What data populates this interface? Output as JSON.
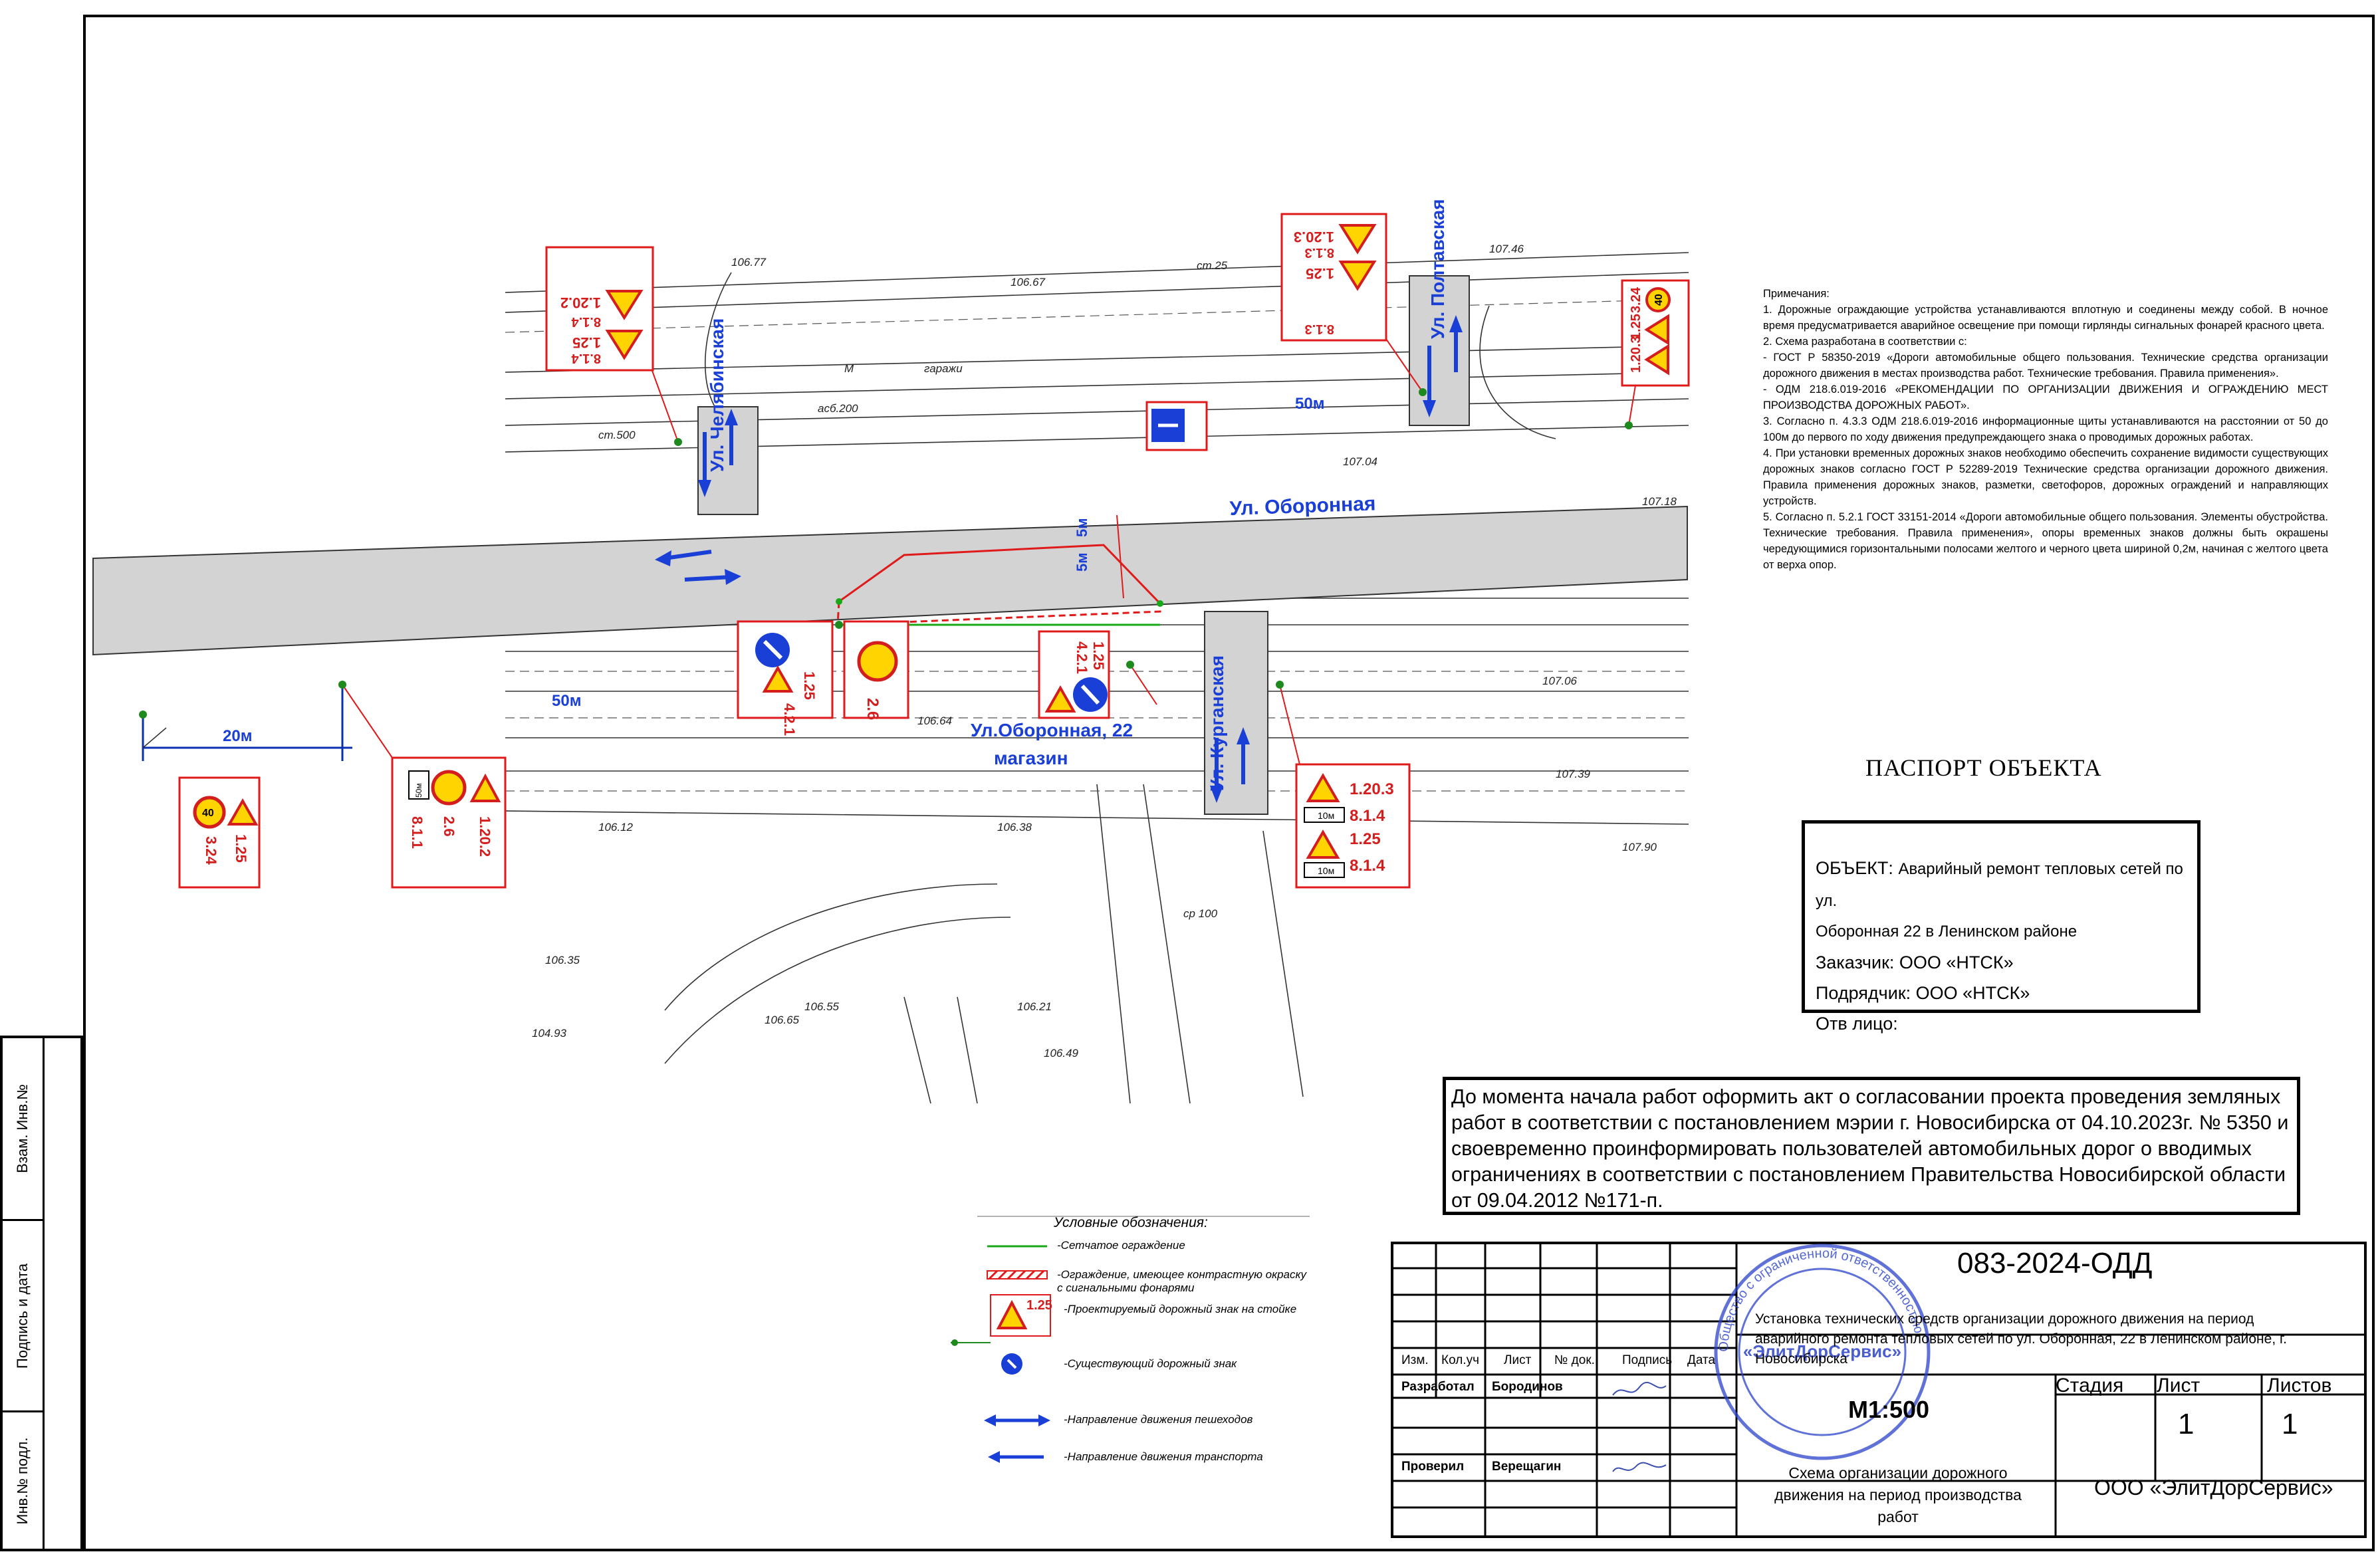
{
  "notes": {
    "title": "Примечания:",
    "items": [
      " 1. Дорожные ограждающие устройства  устанавливаются вплотную и  соединены между собой. В ночное время предусматривается аварийное освещение при помощи гирлянды сигнальных фонарей красного цвета.",
      " 2. Схема разработана в соответствии с:",
      "    - ГОСТ Р 58350-2019 «Дороги  автомобильные общего пользования. Технические  средства организации дорожного движения в местах производства работ. Технические требования. Правила применения».",
      "    - ОДМ 218.6.019-2016 «РЕКОМЕНДАЦИИ ПО ОРГАНИЗАЦИИ ДВИЖЕНИЯ И ОГРАЖДЕНИЮ МЕСТ ПРОИЗВОДСТВА ДОРОЖНЫХ РАБОТ».",
      "3. Согласно п. 4.3.3 ОДМ 218.6.019-2016 информационные щиты устанавливаются на расстоянии от 50 до 100м до первого по ходу движения предупреждающего знака о проводимых дорожных работах.",
      "4. При установки временных дорожных знаков необходимо обеспечить сохранение видимости существующих дорожных знаков согласно ГОСТ Р 52289-2019 Технические средства организации дорожного движения. Правила применения дорожных знаков, разметки, светофоров, дорожных ограждений и направляющих устройств.",
      "5. Согласно п. 5.2.1  ГОСТ 33151-2014 «Дороги автомобильные общего пользования. Элементы обустройства. Технические требования. Правила применения»,   опоры временных знаков должны быть окрашены чередующимися горизонтальными полосами желтого и черного цвета шириной 0,2м, начиная с желтого цвета от верха опор."
    ]
  },
  "passport": {
    "title": "ПАСПОРТ ОБЪЕКТА",
    "object_label": "ОБЪЕКТ:",
    "object_value": "Аварийный ремонт тепловых сетей по ул.",
    "object_value2": "Оборонная 22  в Ленинском  районе",
    "customer": "Заказчик: ООО «НТСК»",
    "contractor": "Подрядчик: ООО «НТСК»",
    "responsible": "Отв лицо:"
  },
  "notice": "До момента начала работ оформить акт  о согласовании проекта проведения земляных работ в соответствии с постановлением мэрии г. Новосибирска от 04.10.2023г. № 5350 и своевременно проинформировать пользователей автомобильных дорог о вводимых ограничениях в соответствии с постановлением Правительства Новосибирской области от 09.04.2012 №171-п.",
  "legend": {
    "title": "Условные обозначения:",
    "items": [
      "-Сетчатое ограждение",
      "-Ограждение, имеющее контрастную окраску с сигнальными фонарями",
      "-Проектируемый дорожный знак на стойке",
      "-Существующий дорожный знак",
      "-Направление движения пешеходов",
      "-Направление движения транспорта"
    ],
    "sign_code": "1.25"
  },
  "stamp": {
    "code": "083-2024-ОДД",
    "description": "Установка технических средств организации дорожного движения на период аварийного ремонта тепловых сетей по ул. Оборонная, 22  в Ленинском  районе, г. Новосибирска",
    "scale": "М1:500",
    "cols": [
      "Изм.",
      "Кол.уч",
      "Лист",
      "№ док.",
      "Подпись",
      "Дата"
    ],
    "developed_label": "Разработал",
    "developed_name": "Бородинов",
    "checked_label": "Проверил",
    "checked_name": "Верещагин",
    "stage_label": "Стадия",
    "sheet_label": "Лист",
    "sheets_label": "Листов",
    "sheet_value": "1",
    "sheets_value": "1",
    "schema": "Схема организации дорожного движения на период производства работ",
    "org": "ООО «ЭлитДорСервис»",
    "seal_name": "«ЭлитДорСервис»",
    "seal_ring": "Общество с ограниченной ответственностью"
  },
  "side": {
    "cells": [
      "Взам. Инв.№",
      "Подпись и дата",
      "Инв.№ подл."
    ]
  },
  "plan": {
    "streets": [
      "Ул. Оборонная",
      "Ул. Челябинская",
      "Ул. Полтавская",
      "Ул. Курганская"
    ],
    "address": "Ул.Оборонная, 22",
    "shop": "магазин",
    "distances": [
      "20м",
      "50м",
      "50м",
      "5м",
      "5м"
    ],
    "sign_labels": {
      "s1": [
        "8.1.4",
        "1.25",
        "8.1.4",
        "1.20.2"
      ],
      "s2": [
        "8.1.3",
        "1.25",
        "8.1.3",
        "1.20.3"
      ],
      "s3": [
        "1.20.3",
        "1.25",
        "3.24"
      ],
      "s4": [
        "4.2.1",
        "1.25"
      ],
      "s5": [
        "2.6"
      ],
      "s6": [
        "4.2.1",
        "1.25"
      ],
      "s7": [
        "1.20.3",
        "8.1.4",
        "1.25",
        "8.1.4"
      ],
      "s8": [
        "8.1.1",
        "2.6",
        "1.20.2"
      ],
      "s9": [
        "1.25",
        "3.24"
      ]
    },
    "speed": "40",
    "plate_50": "50м",
    "plate_10": "10м"
  }
}
